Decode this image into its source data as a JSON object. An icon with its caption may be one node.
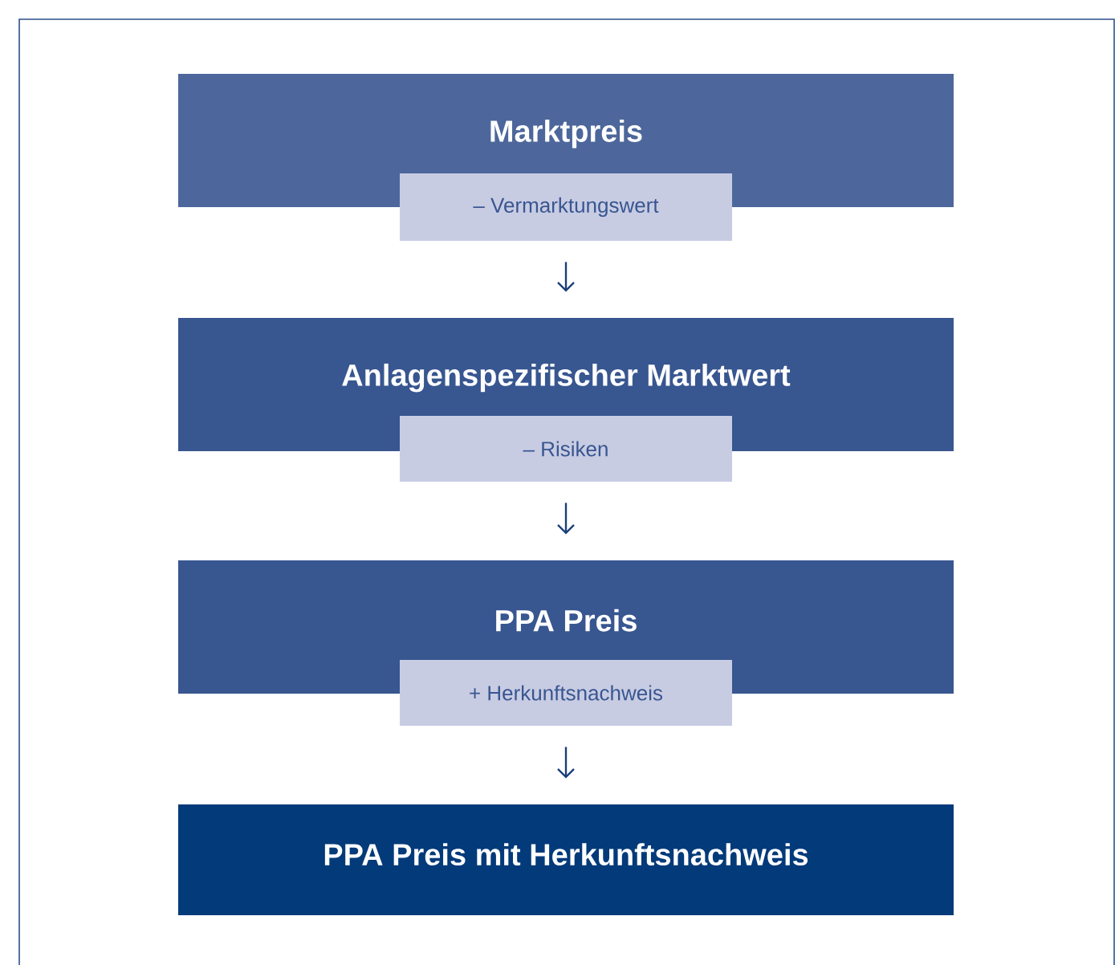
{
  "diagram": {
    "nodes": [
      {
        "text": [
          "Marktpreis"
        ]
      },
      {
        "text": [
          "– Vermarktungswert"
        ]
      },
      {
        "text": [
          "Anlagenspezifischer Marktwert"
        ]
      },
      {
        "text": [
          "– Risiken"
        ]
      },
      {
        "text": [
          "PPA Preis"
        ]
      },
      {
        "text": [
          "+ Herkunftsnachweis"
        ]
      },
      {
        "text": [
          "PPA Preis mit Herkunftsnachweis"
        ]
      }
    ],
    "edges": [
      {
        "from": 1,
        "to": 2,
        "arrow": "to"
      },
      {
        "from": 3,
        "to": 4,
        "arrow": "to"
      },
      {
        "from": 5,
        "to": 6,
        "arrow": "to"
      }
    ]
  }
}
